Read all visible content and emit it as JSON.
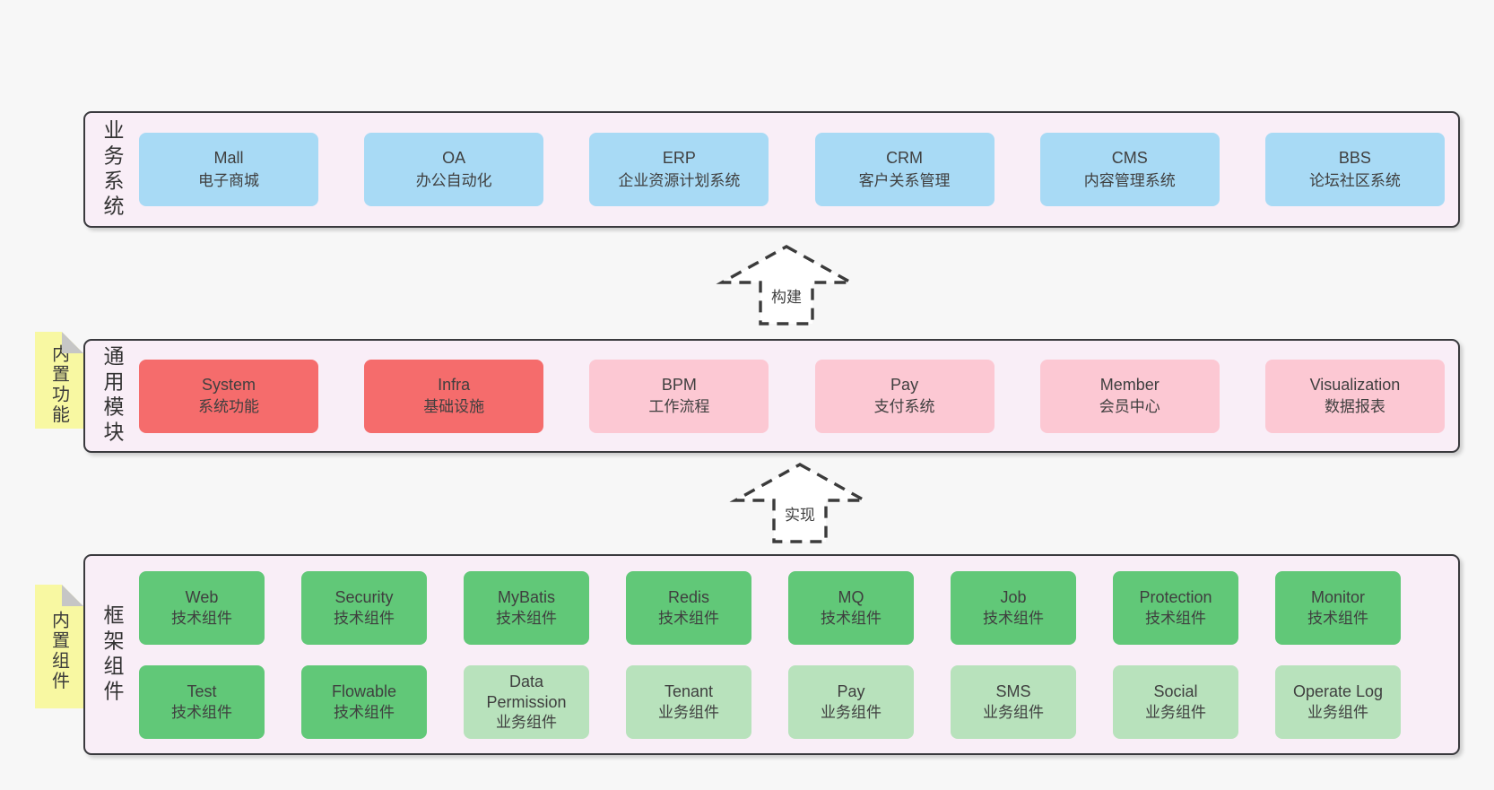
{
  "colors": {
    "page_bg": "#f7f7f7",
    "band_bg": "#f9eef7",
    "band_border": "#3a3a3e",
    "blue": "#a8daf5",
    "red": "#f56c6c",
    "pink": "#fcc8d3",
    "green": "#61c878",
    "green_light": "#b8e2bc",
    "note_yellow": "#f8f8a2",
    "note_fold": "#c6c6c6",
    "text": "#3f3f3f"
  },
  "bands": [
    {
      "id": "business-systems",
      "label": "业务系统",
      "boxes": [
        {
          "name": "Mall",
          "desc": "电子商城",
          "tone": "blue"
        },
        {
          "name": "OA",
          "desc": "办公自动化",
          "tone": "blue"
        },
        {
          "name": "ERP",
          "desc": "企业资源计划系统",
          "tone": "blue"
        },
        {
          "name": "CRM",
          "desc": "客户关系管理",
          "tone": "blue"
        },
        {
          "name": "CMS",
          "desc": "内容管理系统",
          "tone": "blue"
        },
        {
          "name": "BBS",
          "desc": "论坛社区系统",
          "tone": "blue"
        }
      ]
    },
    {
      "id": "common-modules",
      "label": "通用模块",
      "note": "内置功能",
      "boxes": [
        {
          "name": "System",
          "desc": "系统功能",
          "tone": "red"
        },
        {
          "name": "Infra",
          "desc": "基础设施",
          "tone": "red"
        },
        {
          "name": "BPM",
          "desc": "工作流程",
          "tone": "pink"
        },
        {
          "name": "Pay",
          "desc": "支付系统",
          "tone": "pink"
        },
        {
          "name": "Member",
          "desc": "会员中心",
          "tone": "pink"
        },
        {
          "name": "Visualization",
          "desc": "数据报表",
          "tone": "pink"
        }
      ]
    },
    {
      "id": "framework-components",
      "label": "框架组件",
      "note": "内置组件",
      "rows": [
        [
          {
            "name": "Web",
            "desc": "技术组件",
            "tone": "green"
          },
          {
            "name": "Security",
            "desc": "技术组件",
            "tone": "green"
          },
          {
            "name": "MyBatis",
            "desc": "技术组件",
            "tone": "green"
          },
          {
            "name": "Redis",
            "desc": "技术组件",
            "tone": "green"
          },
          {
            "name": "MQ",
            "desc": "技术组件",
            "tone": "green"
          },
          {
            "name": "Job",
            "desc": "技术组件",
            "tone": "green"
          },
          {
            "name": "Protection",
            "desc": "技术组件",
            "tone": "green"
          },
          {
            "name": "Monitor",
            "desc": "技术组件",
            "tone": "green"
          }
        ],
        [
          {
            "name": "Test",
            "desc": "技术组件",
            "tone": "green"
          },
          {
            "name": "Flowable",
            "desc": "技术组件",
            "tone": "green"
          },
          {
            "name": "Data Permission",
            "desc": "业务组件",
            "tone": "green-light"
          },
          {
            "name": "Tenant",
            "desc": "业务组件",
            "tone": "green-light"
          },
          {
            "name": "Pay",
            "desc": "业务组件",
            "tone": "green-light"
          },
          {
            "name": "SMS",
            "desc": "业务组件",
            "tone": "green-light"
          },
          {
            "name": "Social",
            "desc": "业务组件",
            "tone": "green-light"
          },
          {
            "name": "Operate Log",
            "desc": "业务组件",
            "tone": "green-light"
          }
        ]
      ]
    }
  ],
  "arrows": [
    {
      "id": "build",
      "label": "构建"
    },
    {
      "id": "implement",
      "label": "实现"
    }
  ]
}
